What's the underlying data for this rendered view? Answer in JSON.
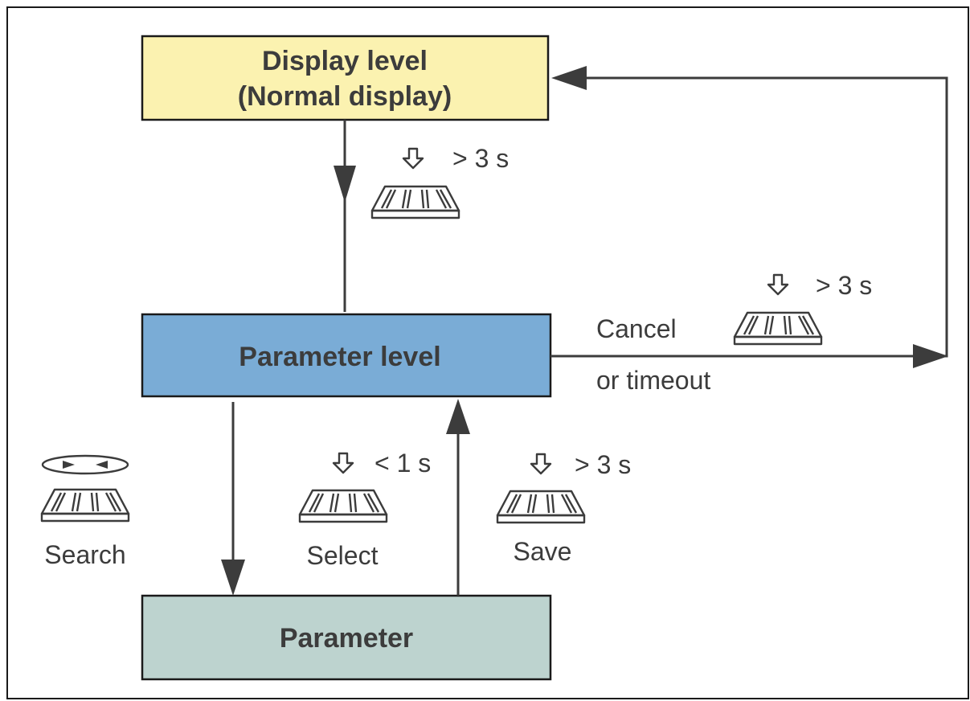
{
  "boxes": {
    "display": {
      "line1": "Display level",
      "line2": "(Normal display)",
      "fill": "#fbf2b0"
    },
    "parameter_level": {
      "label": "Parameter level",
      "fill": "#7aacd6"
    },
    "parameter": {
      "label": "Parameter",
      "fill": "#bdd3cf"
    }
  },
  "transitions": {
    "to_parameter_level": {
      "duration": "> 3 s"
    },
    "return_to_display": {
      "duration": "> 3 s",
      "label_line1": "Cancel",
      "label_line2": "or timeout"
    },
    "search": {
      "label": "Search"
    },
    "select": {
      "label": "Select",
      "duration": "< 1 s"
    },
    "save": {
      "label": "Save",
      "duration": "> 3 s"
    }
  },
  "colors": {
    "line": "#3c3c3c",
    "border": "#1a1a1a"
  },
  "icons": [
    "press-down-arrow-icon",
    "rotary-knob-icon",
    "rotate-arrows-icon"
  ]
}
